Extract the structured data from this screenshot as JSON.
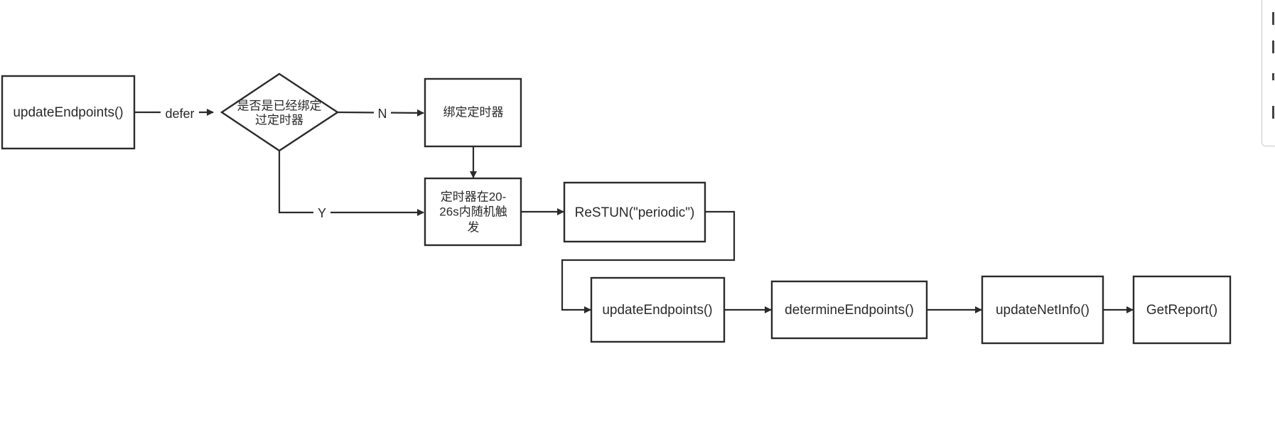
{
  "diagram": {
    "nodes": {
      "start": {
        "label": "updateEndpoints()"
      },
      "decision": {
        "label_line1": "是否是已经绑定",
        "label_line2": "过定时器"
      },
      "bind_timer": {
        "label": "绑定定时器"
      },
      "timer_fire": {
        "label_line1": "定时器在20-",
        "label_line2": "26s内随机触",
        "label_line3": "发"
      },
      "restun": {
        "label": "ReSTUN(\"periodic\")"
      },
      "update_endpoints": {
        "label": "updateEndpoints()"
      },
      "determine_endpoints": {
        "label": "determineEndpoints()"
      },
      "update_netinfo": {
        "label": "updateNetInfo()"
      },
      "get_report": {
        "label": "GetReport()"
      }
    },
    "edges": {
      "defer": {
        "label": "defer"
      },
      "no": {
        "label": "N"
      },
      "yes": {
        "label": "Y"
      }
    }
  }
}
